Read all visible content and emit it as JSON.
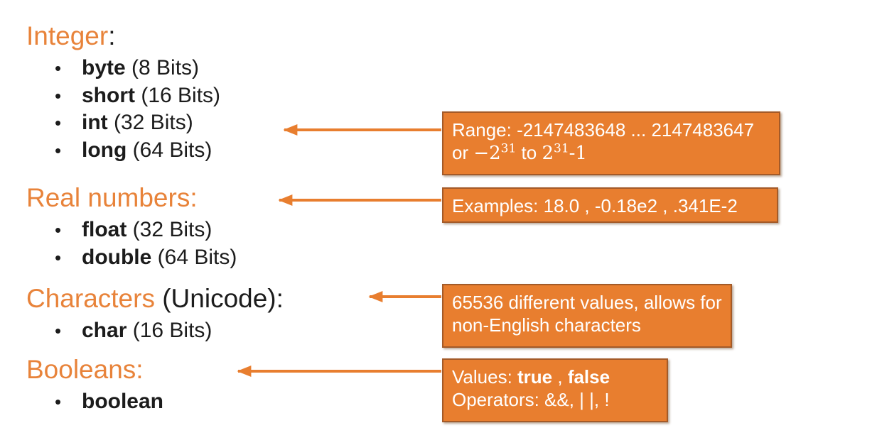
{
  "slide": {
    "colors": {
      "background": "#ffffff",
      "heading_orange": "#e8833a",
      "box_fill": "#e87e2f",
      "box_border": "#a35a28",
      "arrow": "#e87e2f",
      "body_text": "#1c1c1c",
      "box_text": "#ffffff"
    }
  },
  "sections": [
    {
      "title_colored": "Integer",
      "title_rest": ":",
      "bullets": [
        {
          "keyword": "byte",
          "rest": " (8 Bits)"
        },
        {
          "keyword": "short",
          "rest": " (16 Bits)"
        },
        {
          "keyword": "int",
          "rest": " (32 Bits)"
        },
        {
          "keyword": "long",
          "rest": " (64 Bits)"
        }
      ]
    },
    {
      "title_colored": "Real numbers:",
      "title_rest": "",
      "bullets": [
        {
          "keyword": "float",
          "rest": " (32 Bits)"
        },
        {
          "keyword": "double",
          "rest": " (64 Bits)"
        }
      ]
    },
    {
      "title_colored": "Characters",
      "title_rest": " (Unicode):",
      "bullets": [
        {
          "keyword": "char",
          "rest": " (16 Bits)"
        }
      ]
    },
    {
      "title_colored": "Booleans:",
      "title_rest": "",
      "bullets": [
        {
          "keyword": "boolean",
          "rest": ""
        }
      ]
    }
  ],
  "callouts": [
    {
      "target": "int (32 Bits)",
      "line1": "Range: -2147483648 ... 2147483647",
      "line2_prefix": "or ",
      "line2_math1": "−2",
      "line2_sup1": "31",
      "line2_mid": " to ",
      "line2_math2": "2",
      "line2_sup2": "31",
      "line2_suffix": "-1"
    },
    {
      "target": "Real numbers:",
      "line1": "Examples: 18.0 , -0.18e2 , .341E-2"
    },
    {
      "target": "Characters (Unicode):",
      "line1": "65536 different values, allows for",
      "line2": "non-English characters"
    },
    {
      "target": "Booleans:",
      "line1_label": "Values: ",
      "line1_bold1": "true",
      "line1_sep": " , ",
      "line1_bold2": "false",
      "line2": "Operators: &&, | |, !"
    }
  ]
}
